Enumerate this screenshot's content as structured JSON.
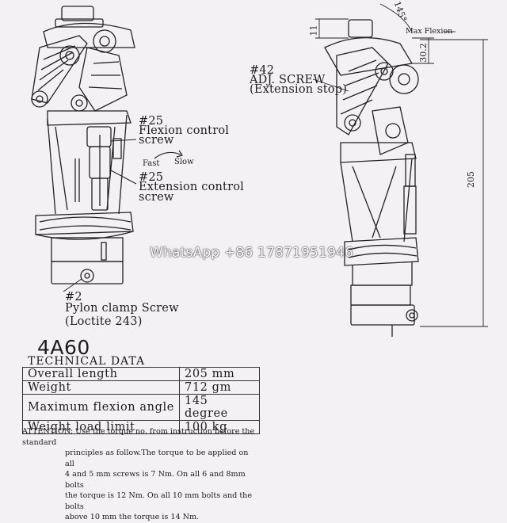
{
  "callouts": {
    "flexion_screw_num": "#25",
    "flexion_screw_l1": "Flexion control",
    "flexion_screw_l2": "screw",
    "fast": "Fast",
    "slow": "Slow",
    "extension_screw_num": "#25",
    "extension_screw_l1": "Extension control",
    "extension_screw_l2": "screw",
    "pylon_num": "#2",
    "pylon_l1": "Pylon clamp Screw",
    "pylon_l2": "(Loctite 243)",
    "adj_num": "#42",
    "adj_l1": "ADJ. SCREW",
    "adj_l2": "(Extension stop)"
  },
  "dimensions": {
    "angle": "145°",
    "max_flexion": "Max Flexion",
    "d11": "11",
    "d30": "30.2",
    "d205": "205"
  },
  "model": "4A60",
  "technical": {
    "title": "TECHNICAL DATA",
    "rows": [
      {
        "key": "Overall length",
        "value": "205 mm"
      },
      {
        "key": "Weight",
        "value": "712 gm"
      },
      {
        "key": "Maximum flexion angle",
        "value": "145 degree"
      },
      {
        "key": "Weight load limit",
        "value": "100 kg"
      }
    ]
  },
  "attention": {
    "l1": "ATTENTION: Use the torque no. from instruction before the standard",
    "l2": "principles as follow.The torque to be applied on all",
    "l3": "4 and 5 mm screws is 7 Nm. On all 6 and 8mm bolts",
    "l4": "the torque is 12 Nm. On all 10 mm bolts and the bolts",
    "l5": "above 10 mm the torque is 14 Nm."
  },
  "watermark": "WhatsApp +86 17871951946"
}
